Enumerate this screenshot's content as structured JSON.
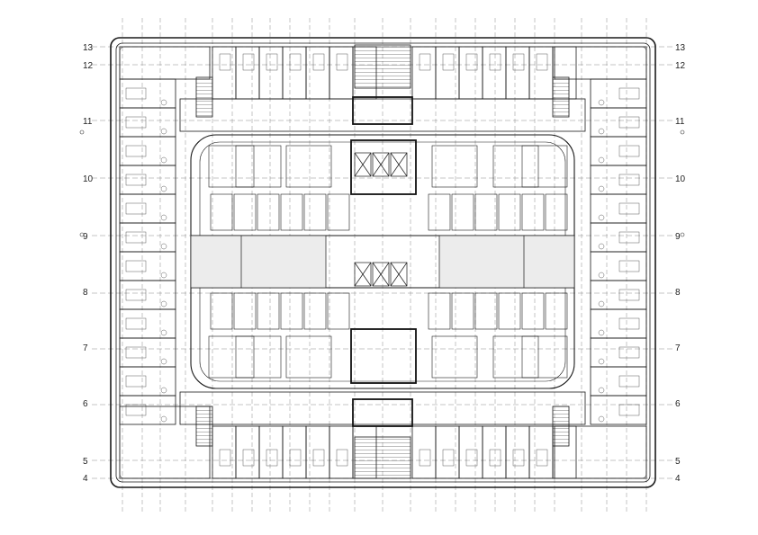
{
  "grid_rows": {
    "labels": [
      "13",
      "12",
      "11",
      "10",
      "9",
      "8",
      "7",
      "6",
      "5",
      "4"
    ]
  },
  "colors": {
    "line": "#1a1a1a",
    "grid": "#7a7a7a",
    "background": "#ffffff",
    "shade": "#d9d9d9"
  },
  "icons": {
    "grid_bubble": "small-circle-icon",
    "stair": "stair-hatch-icon",
    "elevator": "elevator-cross-icon"
  }
}
